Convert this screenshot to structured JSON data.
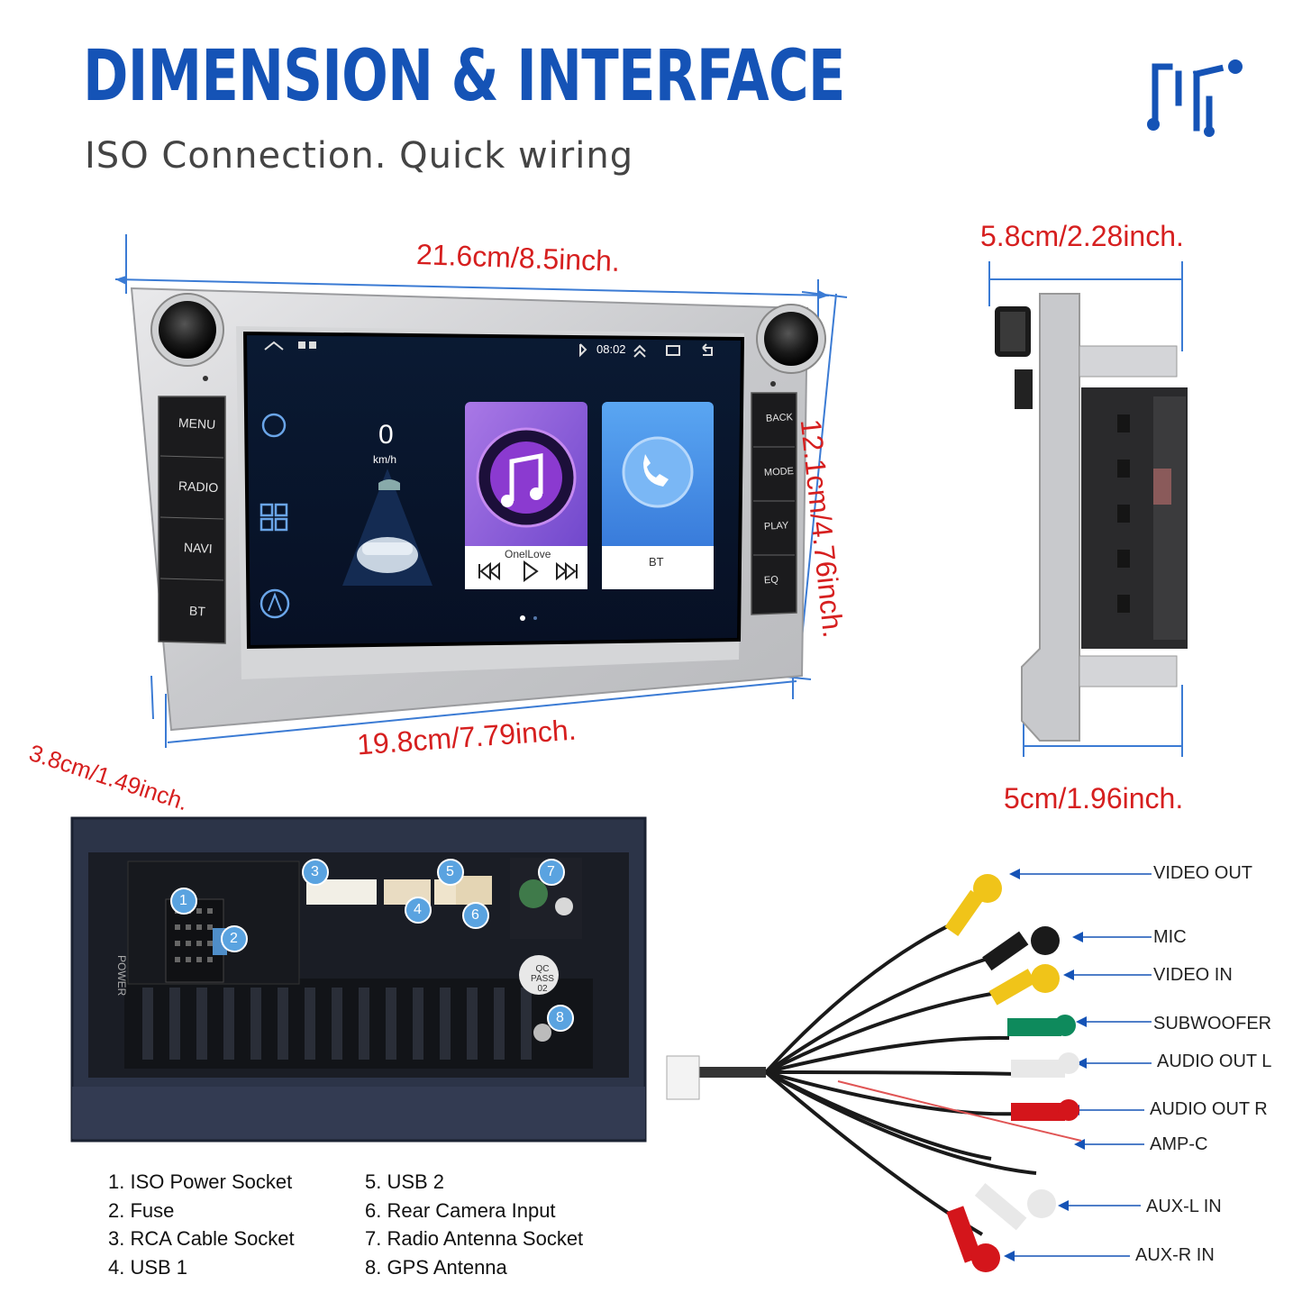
{
  "header": {
    "title": "DIMENSION & INTERFACE",
    "subtitle": "ISO Connection. Quick wiring",
    "logo_icon": "music-note-icon"
  },
  "colors": {
    "title": "#1553b6",
    "dimension_text": "#d61f1f",
    "dimension_line": "#3b7bd4"
  },
  "dimensions": {
    "top_width": "21.6cm/8.5inch.",
    "bottom_width": "19.8cm/7.79inch.",
    "height": "12.1cm/4.76inch.",
    "depth_front": "3.8cm/1.49inch.",
    "side_top": "5.8cm/2.28inch.",
    "side_bottom": "5cm/1.96inch."
  },
  "radio": {
    "left_buttons": [
      "MENU",
      "RADIO",
      "NAVI",
      "BT"
    ],
    "right_buttons": [
      "BACK",
      "MODE",
      "PLAY",
      "EQ"
    ],
    "screen": {
      "time": "08:02",
      "speed": "0",
      "speed_unit": "km/h",
      "song": "OnelLove",
      "bt_label": "BT"
    }
  },
  "back_panel": {
    "markers": [
      "1",
      "2",
      "3",
      "4",
      "5",
      "6",
      "7",
      "8"
    ],
    "power_label": "POWER",
    "qc_label": "QC PASS 02"
  },
  "legend": {
    "left": [
      "1. ISO Power Socket",
      "2. Fuse",
      "3. RCA Cable Socket",
      "4. USB 1"
    ],
    "right": [
      "5. USB 2",
      "6. Rear Camera Input",
      "7. Radio Antenna Socket",
      "8. GPS Antenna"
    ]
  },
  "cables": {
    "labels": [
      "VIDEO OUT",
      "MIC",
      "VIDEO IN",
      "SUBWOOFER",
      "AUDIO OUT L",
      "AUDIO OUT R",
      "AMP-C",
      "AUX-L IN",
      "AUX-R IN"
    ]
  }
}
